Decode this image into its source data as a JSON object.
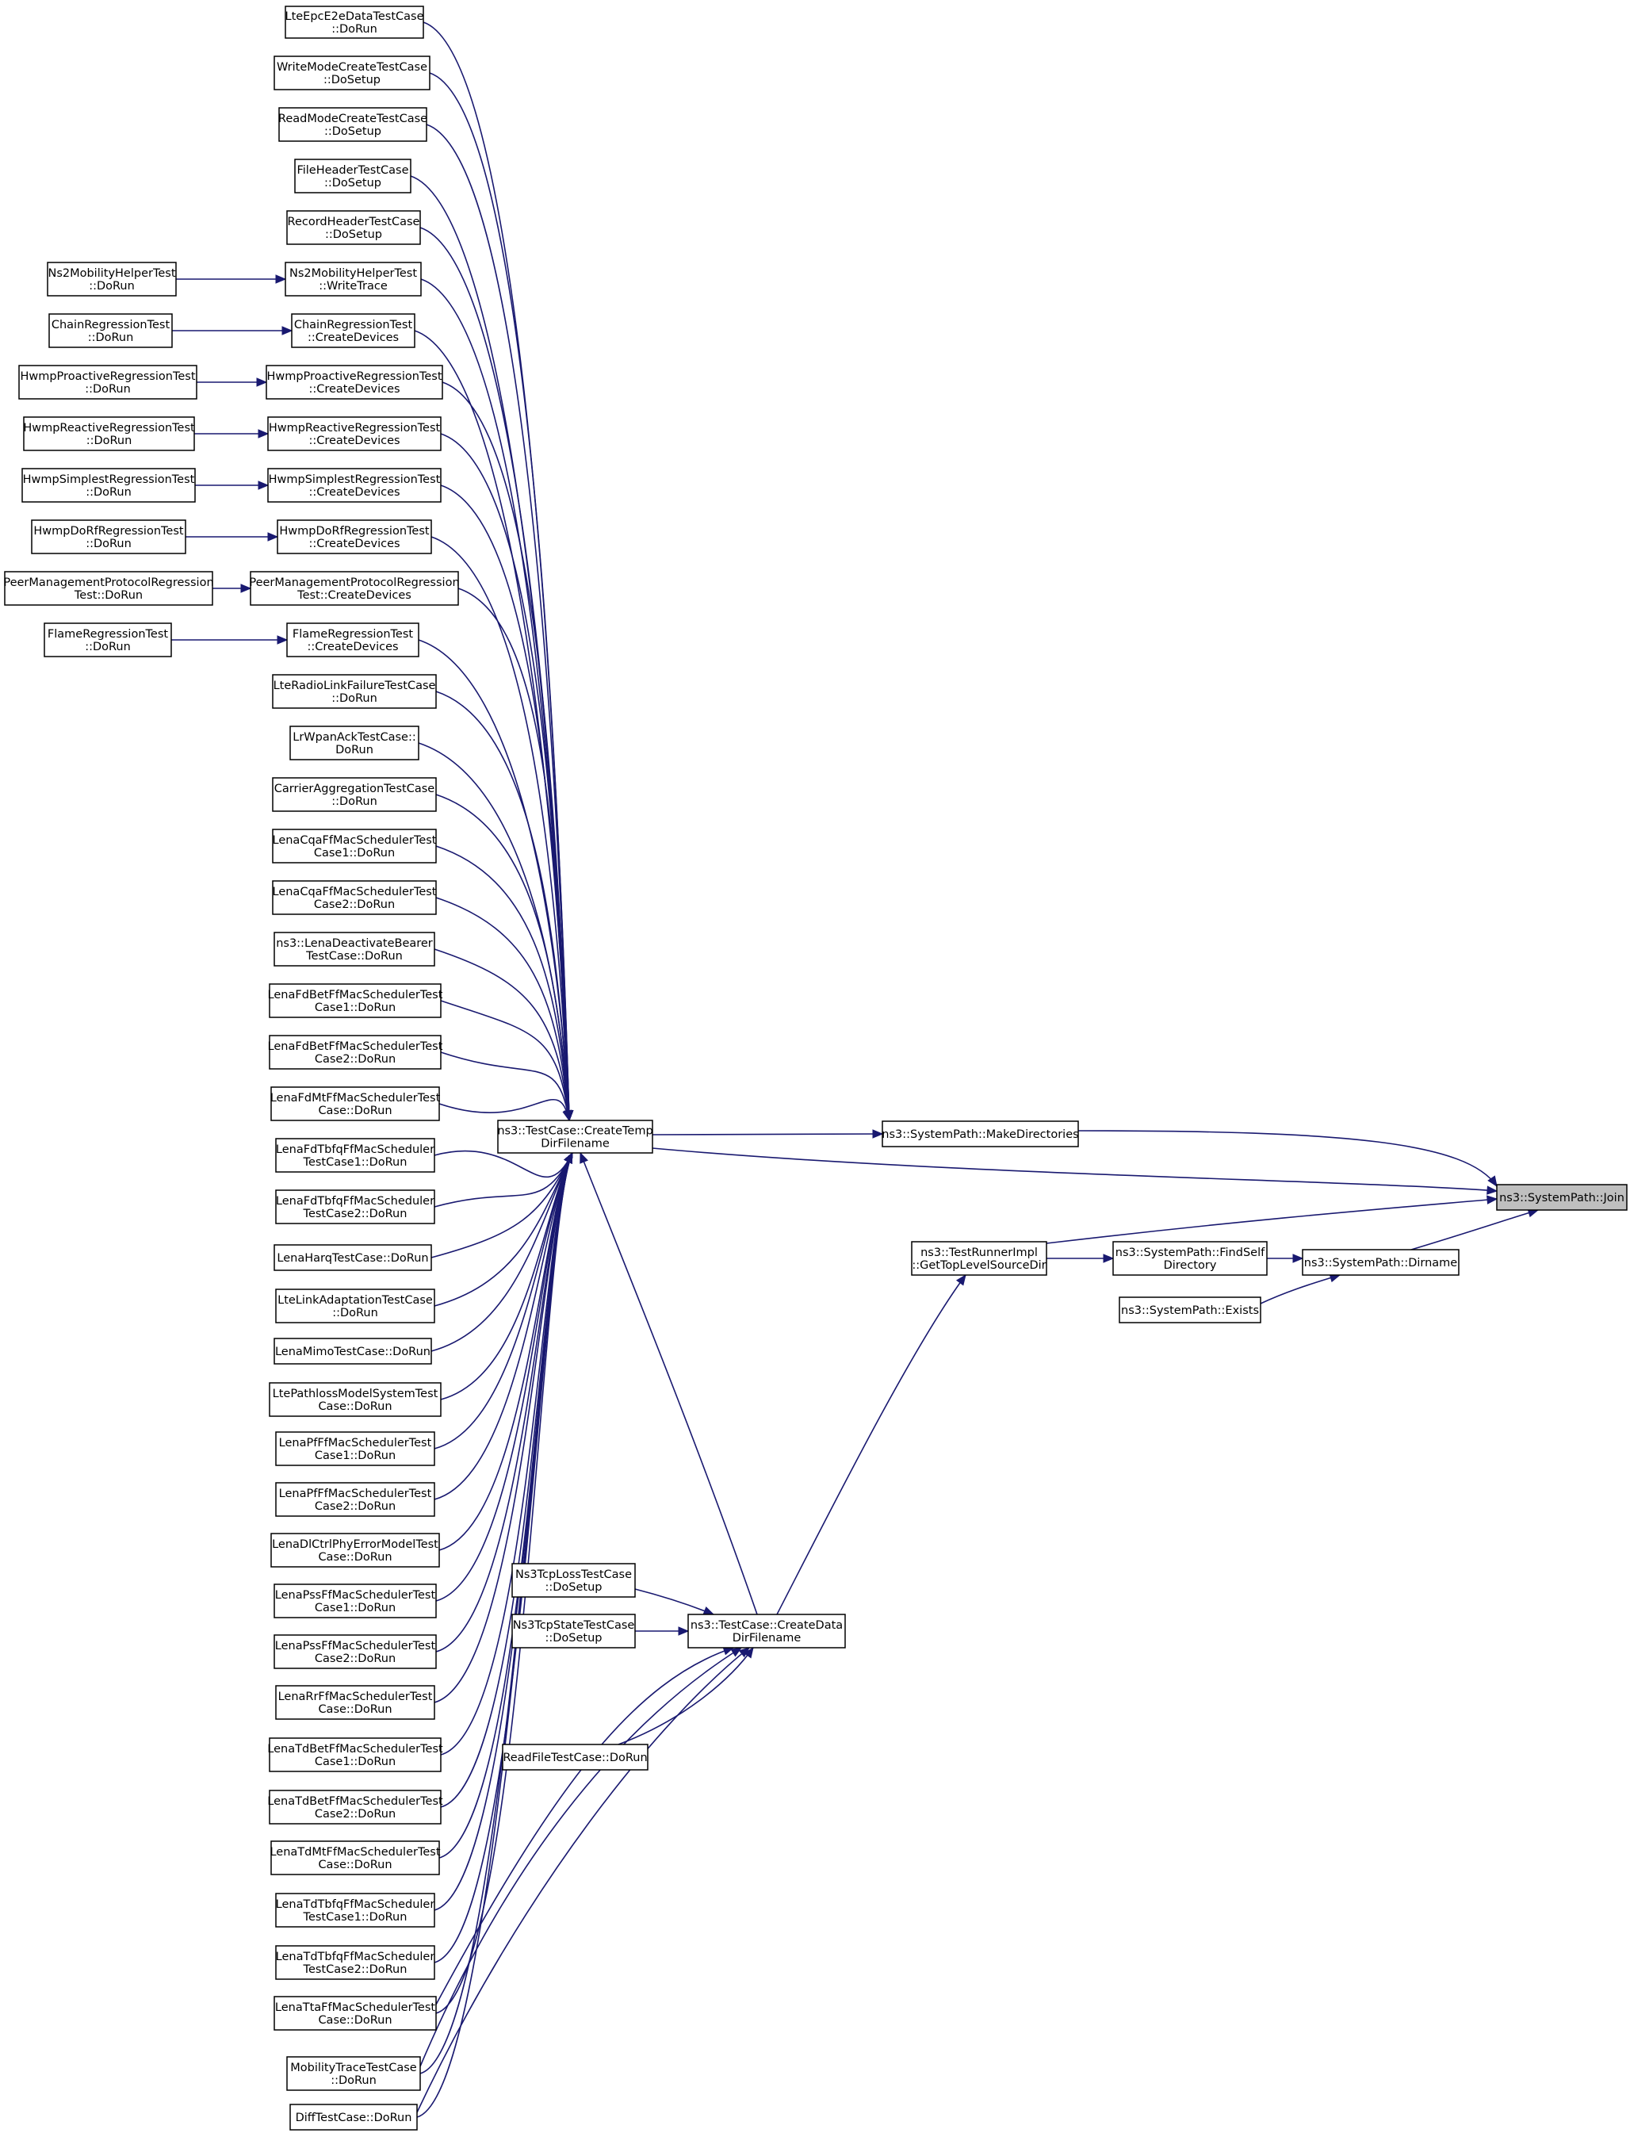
{
  "diagram": {
    "type": "caller-graph",
    "colors": {
      "edge": "#191970",
      "box_border": "#000000",
      "box_fill": "#ffffff",
      "root_fill": "#bfbfbf"
    },
    "nodes": [
      {
        "id": "root",
        "lines": [
          "ns3::SystemPath::Join"
        ],
        "root": true
      },
      {
        "id": "makedir",
        "lines": [
          "ns3::SystemPath::MakeDirectories"
        ]
      },
      {
        "id": "dirname",
        "lines": [
          "ns3::SystemPath::Dirname"
        ]
      },
      {
        "id": "findself",
        "lines": [
          "ns3::SystemPath::FindSelf",
          "Directory"
        ]
      },
      {
        "id": "exists",
        "lines": [
          "ns3::SystemPath::Exists"
        ]
      },
      {
        "id": "gettop",
        "lines": [
          "ns3::TestRunnerImpl",
          "::GetTopLevelSourceDir"
        ]
      },
      {
        "id": "createtemp",
        "lines": [
          "ns3::TestCase::CreateTemp",
          "DirFilename"
        ]
      },
      {
        "id": "createdata",
        "lines": [
          "ns3::TestCase::CreateData",
          "DirFilename"
        ]
      },
      {
        "id": "ns3tcploss",
        "lines": [
          "Ns3TcpLossTestCase",
          "::DoSetup"
        ]
      },
      {
        "id": "ns3tcpstate",
        "lines": [
          "Ns3TcpStateTestCase",
          "::DoSetup"
        ]
      },
      {
        "id": "readfile",
        "lines": [
          "ReadFileTestCase::DoRun"
        ]
      },
      {
        "id": "lteepc",
        "lines": [
          "LteEpcE2eDataTestCase",
          "::DoRun"
        ]
      },
      {
        "id": "writemode",
        "lines": [
          "WriteModeCreateTestCase",
          "::DoSetup"
        ]
      },
      {
        "id": "readmode",
        "lines": [
          "ReadModeCreateTestCase",
          "::DoSetup"
        ]
      },
      {
        "id": "fileheader",
        "lines": [
          "FileHeaderTestCase",
          "::DoSetup"
        ]
      },
      {
        "id": "recordheader",
        "lines": [
          "RecordHeaderTestCase",
          "::DoSetup"
        ]
      },
      {
        "id": "ns2write",
        "lines": [
          "Ns2MobilityHelperTest",
          "::WriteTrace"
        ]
      },
      {
        "id": "ns2run",
        "lines": [
          "Ns2MobilityHelperTest",
          "::DoRun"
        ]
      },
      {
        "id": "chaincreate",
        "lines": [
          "ChainRegressionTest",
          "::CreateDevices"
        ]
      },
      {
        "id": "chainrun",
        "lines": [
          "ChainRegressionTest",
          "::DoRun"
        ]
      },
      {
        "id": "hproactcreate",
        "lines": [
          "HwmpProactiveRegressionTest",
          "::CreateDevices"
        ]
      },
      {
        "id": "hproactrun",
        "lines": [
          "HwmpProactiveRegressionTest",
          "::DoRun"
        ]
      },
      {
        "id": "hreactcreate",
        "lines": [
          "HwmpReactiveRegressionTest",
          "::CreateDevices"
        ]
      },
      {
        "id": "hreactrun",
        "lines": [
          "HwmpReactiveRegressionTest",
          "::DoRun"
        ]
      },
      {
        "id": "hsimplecreate",
        "lines": [
          "HwmpSimplestRegressionTest",
          "::CreateDevices"
        ]
      },
      {
        "id": "hsimplerun",
        "lines": [
          "HwmpSimplestRegressionTest",
          "::DoRun"
        ]
      },
      {
        "id": "hdorfcreate",
        "lines": [
          "HwmpDoRfRegressionTest",
          "::CreateDevices"
        ]
      },
      {
        "id": "hdorfrun",
        "lines": [
          "HwmpDoRfRegressionTest",
          "::DoRun"
        ]
      },
      {
        "id": "peercreate",
        "lines": [
          "PeerManagementProtocolRegression",
          "Test::CreateDevices"
        ]
      },
      {
        "id": "peerrun",
        "lines": [
          "PeerManagementProtocolRegression",
          "Test::DoRun"
        ]
      },
      {
        "id": "flamecreate",
        "lines": [
          "FlameRegressionTest",
          "::CreateDevices"
        ]
      },
      {
        "id": "flamerun",
        "lines": [
          "FlameRegressionTest",
          "::DoRun"
        ]
      },
      {
        "id": "lteradio",
        "lines": [
          "LteRadioLinkFailureTestCase",
          "::DoRun"
        ]
      },
      {
        "id": "lrwpan",
        "lines": [
          "LrWpanAckTestCase::",
          "DoRun"
        ]
      },
      {
        "id": "carrier",
        "lines": [
          "CarrierAggregationTestCase",
          "::DoRun"
        ]
      },
      {
        "id": "cqa1",
        "lines": [
          "LenaCqaFfMacSchedulerTest",
          "Case1::DoRun"
        ]
      },
      {
        "id": "cqa2",
        "lines": [
          "LenaCqaFfMacSchedulerTest",
          "Case2::DoRun"
        ]
      },
      {
        "id": "deact",
        "lines": [
          "ns3::LenaDeactivateBearer",
          "TestCase::DoRun"
        ]
      },
      {
        "id": "fdbet1",
        "lines": [
          "LenaFdBetFfMacSchedulerTest",
          "Case1::DoRun"
        ]
      },
      {
        "id": "fdbet2",
        "lines": [
          "LenaFdBetFfMacSchedulerTest",
          "Case2::DoRun"
        ]
      },
      {
        "id": "fdmt",
        "lines": [
          "LenaFdMtFfMacSchedulerTest",
          "Case::DoRun"
        ]
      },
      {
        "id": "fdtbfq1",
        "lines": [
          "LenaFdTbfqFfMacScheduler",
          "TestCase1::DoRun"
        ]
      },
      {
        "id": "fdtbfq2",
        "lines": [
          "LenaFdTbfqFfMacScheduler",
          "TestCase2::DoRun"
        ]
      },
      {
        "id": "harq",
        "lines": [
          "LenaHarqTestCase::DoRun"
        ]
      },
      {
        "id": "linkadapt",
        "lines": [
          "LteLinkAdaptationTestCase",
          "::DoRun"
        ]
      },
      {
        "id": "mimo",
        "lines": [
          "LenaMimoTestCase::DoRun"
        ]
      },
      {
        "id": "pathloss",
        "lines": [
          "LtePathlossModelSystemTest",
          "Case::DoRun"
        ]
      },
      {
        "id": "pf1",
        "lines": [
          "LenaPfFfMacSchedulerTest",
          "Case1::DoRun"
        ]
      },
      {
        "id": "pf2",
        "lines": [
          "LenaPfFfMacSchedulerTest",
          "Case2::DoRun"
        ]
      },
      {
        "id": "dlctrl",
        "lines": [
          "LenaDlCtrlPhyErrorModelTest",
          "Case::DoRun"
        ]
      },
      {
        "id": "pss1",
        "lines": [
          "LenaPssFfMacSchedulerTest",
          "Case1::DoRun"
        ]
      },
      {
        "id": "pss2",
        "lines": [
          "LenaPssFfMacSchedulerTest",
          "Case2::DoRun"
        ]
      },
      {
        "id": "rr",
        "lines": [
          "LenaRrFfMacSchedulerTest",
          "Case::DoRun"
        ]
      },
      {
        "id": "tdbet1",
        "lines": [
          "LenaTdBetFfMacSchedulerTest",
          "Case1::DoRun"
        ]
      },
      {
        "id": "tdbet2",
        "lines": [
          "LenaTdBetFfMacSchedulerTest",
          "Case2::DoRun"
        ]
      },
      {
        "id": "tdmt",
        "lines": [
          "LenaTdMtFfMacSchedulerTest",
          "Case::DoRun"
        ]
      },
      {
        "id": "tdtbfq1",
        "lines": [
          "LenaTdTbfqFfMacScheduler",
          "TestCase1::DoRun"
        ]
      },
      {
        "id": "tdtbfq2",
        "lines": [
          "LenaTdTbfqFfMacScheduler",
          "TestCase2::DoRun"
        ]
      },
      {
        "id": "tta",
        "lines": [
          "LenaTtaFfMacSchedulerTest",
          "Case::DoRun"
        ]
      },
      {
        "id": "mobtrace",
        "lines": [
          "MobilityTraceTestCase",
          "::DoRun"
        ]
      },
      {
        "id": "diff",
        "lines": [
          "DiffTestCase::DoRun"
        ]
      }
    ],
    "edges": [
      [
        "makedir",
        "root"
      ],
      [
        "createtemp",
        "root"
      ],
      [
        "gettop",
        "root"
      ],
      [
        "dirname",
        "root"
      ],
      [
        "findself",
        "dirname"
      ],
      [
        "exists",
        "dirname"
      ],
      [
        "gettop",
        "findself"
      ],
      [
        "createtemp",
        "makedir"
      ],
      [
        "createdata",
        "gettop"
      ],
      [
        "createdata",
        "createtemp"
      ],
      [
        "ns3tcploss",
        "createdata"
      ],
      [
        "ns3tcpstate",
        "createdata"
      ],
      [
        "readfile",
        "createdata"
      ],
      [
        "mobtrace",
        "createdata"
      ],
      [
        "diff",
        "createdata"
      ],
      [
        "tta",
        "createdata"
      ],
      [
        "lteepc",
        "createtemp"
      ],
      [
        "writemode",
        "createtemp"
      ],
      [
        "readmode",
        "createtemp"
      ],
      [
        "fileheader",
        "createtemp"
      ],
      [
        "recordheader",
        "createtemp"
      ],
      [
        "ns2write",
        "createtemp"
      ],
      [
        "chaincreate",
        "createtemp"
      ],
      [
        "hproactcreate",
        "createtemp"
      ],
      [
        "hreactcreate",
        "createtemp"
      ],
      [
        "hsimplecreate",
        "createtemp"
      ],
      [
        "hdorfcreate",
        "createtemp"
      ],
      [
        "peercreate",
        "createtemp"
      ],
      [
        "flamecreate",
        "createtemp"
      ],
      [
        "lteradio",
        "createtemp"
      ],
      [
        "lrwpan",
        "createtemp"
      ],
      [
        "carrier",
        "createtemp"
      ],
      [
        "cqa1",
        "createtemp"
      ],
      [
        "cqa2",
        "createtemp"
      ],
      [
        "deact",
        "createtemp"
      ],
      [
        "fdbet1",
        "createtemp"
      ],
      [
        "fdbet2",
        "createtemp"
      ],
      [
        "fdmt",
        "createtemp"
      ],
      [
        "fdtbfq1",
        "createtemp"
      ],
      [
        "fdtbfq2",
        "createtemp"
      ],
      [
        "harq",
        "createtemp"
      ],
      [
        "linkadapt",
        "createtemp"
      ],
      [
        "mimo",
        "createtemp"
      ],
      [
        "pathloss",
        "createtemp"
      ],
      [
        "pf1",
        "createtemp"
      ],
      [
        "pf2",
        "createtemp"
      ],
      [
        "dlctrl",
        "createtemp"
      ],
      [
        "pss1",
        "createtemp"
      ],
      [
        "pss2",
        "createtemp"
      ],
      [
        "rr",
        "createtemp"
      ],
      [
        "tdbet1",
        "createtemp"
      ],
      [
        "tdbet2",
        "createtemp"
      ],
      [
        "tdmt",
        "createtemp"
      ],
      [
        "tdtbfq1",
        "createtemp"
      ],
      [
        "tdtbfq2",
        "createtemp"
      ],
      [
        "tta",
        "createtemp"
      ],
      [
        "mobtrace",
        "createtemp"
      ],
      [
        "diff",
        "createtemp"
      ],
      [
        "ns2run",
        "ns2write"
      ],
      [
        "chainrun",
        "chaincreate"
      ],
      [
        "hproactrun",
        "hproactcreate"
      ],
      [
        "hreactrun",
        "hreactcreate"
      ],
      [
        "hsimplerun",
        "hsimplecreate"
      ],
      [
        "hdorfrun",
        "hdorfcreate"
      ],
      [
        "peerrun",
        "peercreate"
      ],
      [
        "flamerun",
        "flamecreate"
      ]
    ]
  }
}
